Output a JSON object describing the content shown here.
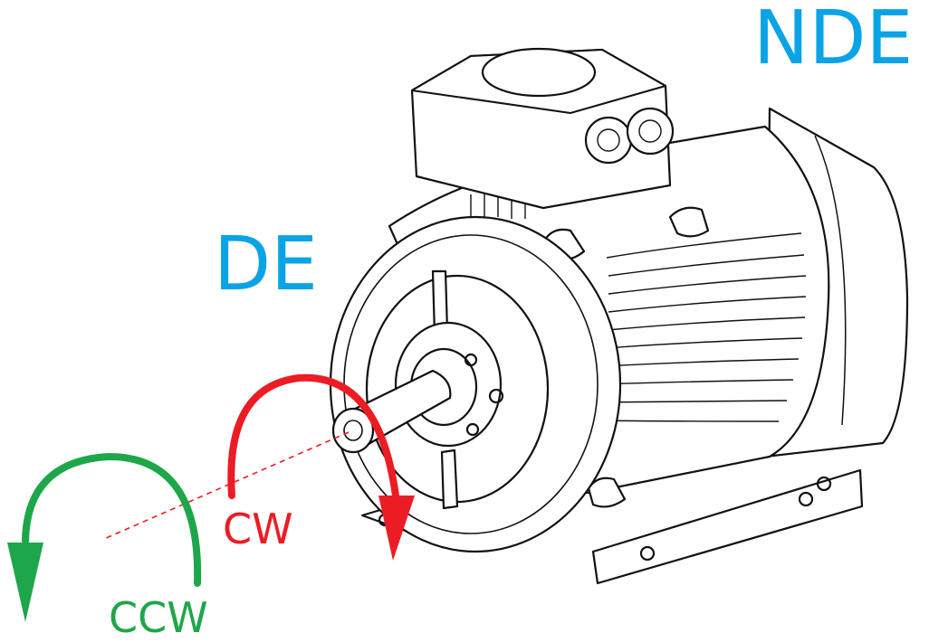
{
  "labels": {
    "nde": "NDE",
    "de": "DE",
    "cw": "CW",
    "ccw": "CCW"
  },
  "colors": {
    "end_label": "#0aa3e6",
    "cw_arrow": "#ec1c24",
    "ccw_arrow": "#1ea64a",
    "axis_line": "#ec1c24",
    "drawing_stroke": "#111111"
  },
  "icons": {
    "motor": "electric-motor-line-drawing",
    "cw": "clockwise-arrow-icon",
    "ccw": "counterclockwise-arrow-icon"
  }
}
